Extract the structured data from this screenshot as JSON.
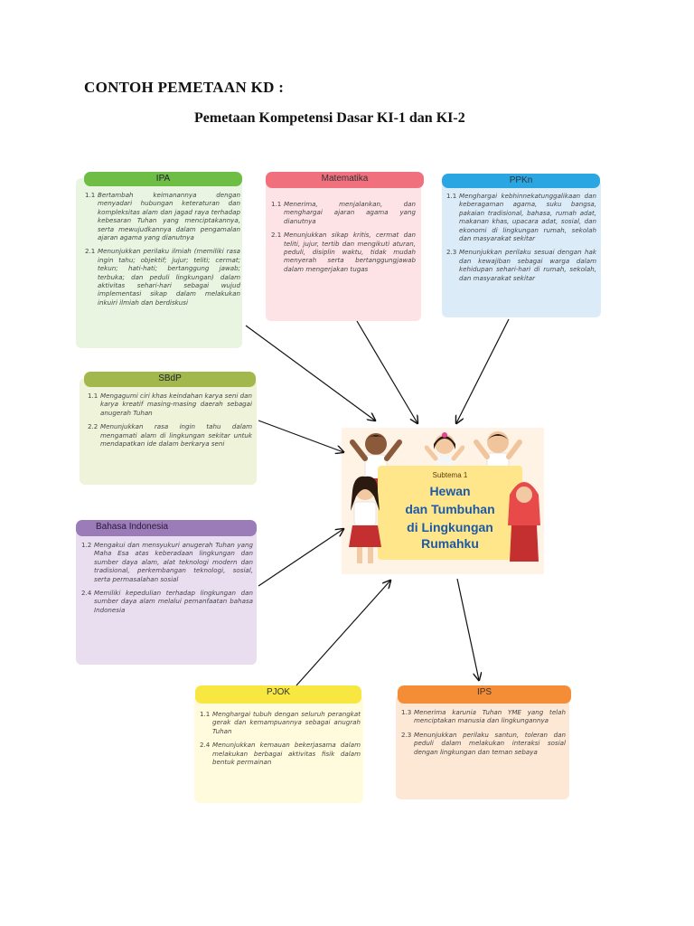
{
  "title": "CONTOH PEMETAAN KD :",
  "subtitle": "Pemetaan Kompetensi Dasar KI-1 dan KI-2",
  "center": {
    "subtema": "Subtema 1",
    "line1": "Hewan",
    "line2": "dan Tumbuhan",
    "line3": "di Lingkungan",
    "line4": "Rumahku"
  },
  "ipa": {
    "header": "IPA",
    "items": [
      {
        "num": "1.1",
        "text": "Bertambah keimanannya dengan menyadari hubungan keteraturan dan kompleksitas alam dan jagad raya terhadap kebesaran Tuhan yang menciptakannya, serta mewujudkannya dalam pengamalan ajaran agama yang dianutnya"
      },
      {
        "num": "2.1",
        "text": "Menunjukkan perilaku ilmiah (memiliki rasa ingin tahu; objektif; jujur; teliti; cermat; tekun; hati-hati; bertanggung jawab; terbuka; dan peduli lingkungan) dalam aktivitas sehari-hari sebagai wujud implementasi sikap dalam melakukan inkuiri ilmiah dan berdiskusi"
      }
    ]
  },
  "matematika": {
    "header": "Matematika",
    "items": [
      {
        "num": "1.1",
        "text": "Menerima, menjalankan, dan menghargai ajaran agama yang dianutnya"
      },
      {
        "num": "2.1",
        "text": "Menunjukkan sikap kritis, cermat dan teliti, jujur, tertib dan mengikuti aturan, peduli, disiplin waktu, tidak mudah menyerah serta bertanggungjawab dalam mengerjakan tugas"
      }
    ]
  },
  "ppkn": {
    "header": "PPKn",
    "items": [
      {
        "num": "1.1",
        "text": "Menghargai kebhinnekatunggalikaan dan keberagaman agama, suku bangsa, pakaian tradisional, bahasa, rumah adat, makanan khas, upacara adat, sosial, dan ekonomi di lingkungan rumah, sekolah dan masyarakat sekitar"
      },
      {
        "num": "2.3",
        "text": "Menunjukkan perilaku sesuai dengan hak dan kewajiban sebagai warga dalam kehidupan sehari-hari di rumah, sekolah, dan masyarakat sekitar"
      }
    ]
  },
  "sbdp": {
    "header": "SBdP",
    "items": [
      {
        "num": "1.1",
        "text": "Mengagumi ciri khas keindahan karya seni dan karya kreatif masing-masing daerah sebagai anugerah Tuhan"
      },
      {
        "num": "2.2",
        "text": "Menunjukkan rasa ingin tahu dalam mengamati alam di lingkungan sekitar untuk mendapatkan ide dalam berkarya seni"
      }
    ]
  },
  "bahasa": {
    "header": "Bahasa Indonesia",
    "items": [
      {
        "num": "1.2",
        "text": "Mengakui dan mensyukuri anugerah Tuhan yang Maha Esa atas keberadaan lingkungan dan sumber daya alam, alat teknologi modern dan tradisional, perkembangan teknologi, sosial, serta permasalahan sosial"
      },
      {
        "num": "2.4",
        "text": "Memiliki kepedulian terhadap lingkungan dan sumber daya alam melalui pemanfaatan bahasa Indonesia"
      }
    ]
  },
  "pjok": {
    "header": "PJOK",
    "items": [
      {
        "num": "1.1",
        "text": "Menghargai tubuh dengan seluruh perangkat gerak dan kemampuannya sebagai anugrah Tuhan"
      },
      {
        "num": "2.4",
        "text": "Menunjukkan kemauan bekerjasama dalam melakukan berbagai aktivitas fisik dalam bentuk permainan"
      }
    ]
  },
  "ips": {
    "header": "IPS",
    "items": [
      {
        "num": "1.3",
        "text": "Menerima karunia Tuhan YME yang telah menciptakan manusia dan lingkungannya"
      },
      {
        "num": "2.3",
        "text": "Menunjukkan perilaku santun, toleran dan peduli dalam melakukan interaksi sosial dengan lingkungan dan teman sebaya"
      }
    ]
  },
  "colors": {
    "ipa": "#6ebd45",
    "matematika": "#f0707e",
    "ppkn": "#2aa7e3",
    "sbdp": "#a2b84c",
    "bahasa": "#9b7cb8",
    "pjok": "#f7e740",
    "ips": "#f58c36"
  }
}
